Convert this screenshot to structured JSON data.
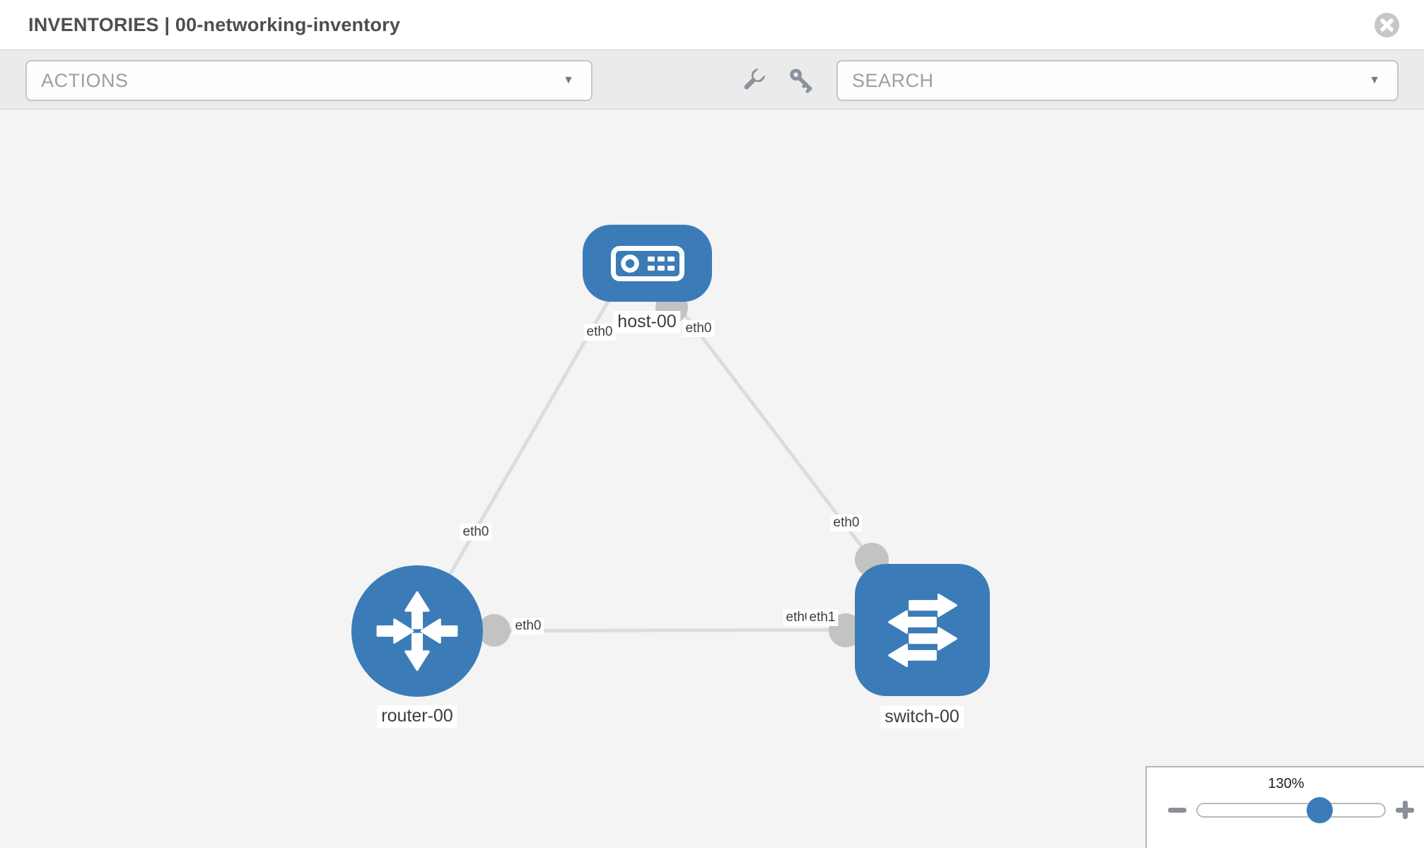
{
  "header": {
    "title": "INVENTORIES | 00-networking-inventory"
  },
  "toolbar": {
    "actions_label": "ACTIONS",
    "search_placeholder": "SEARCH",
    "icons": [
      "wrench-icon",
      "key-icon"
    ]
  },
  "diagram": {
    "nodes": [
      {
        "id": "host-00",
        "type": "host",
        "label": "host-00",
        "shape": "rounded-rectangle",
        "icon": "server-icon"
      },
      {
        "id": "router-00",
        "type": "router",
        "label": "router-00",
        "shape": "circle",
        "icon": "router-arrows-icon"
      },
      {
        "id": "switch-00",
        "type": "switch",
        "label": "switch-00",
        "shape": "rounded-square",
        "icon": "switch-arrows-icon"
      }
    ],
    "links": [
      {
        "from": "host-00",
        "from_interface": "eth0",
        "to": "router-00",
        "to_interface": "eth0"
      },
      {
        "from": "host-00",
        "from_interface": "eth0",
        "to": "switch-00",
        "to_interface": "eth0"
      },
      {
        "from": "router-00",
        "from_interface": "eth0",
        "to": "switch-00",
        "to_interface": "eth1"
      }
    ],
    "port_labels": [
      "eth0",
      "eth0",
      "eth0",
      "eth0",
      "eth0",
      "eth0",
      "eth1"
    ]
  },
  "zoom": {
    "level": "130%",
    "value": 130,
    "minus_icon": "minus",
    "plus_icon": "plus"
  },
  "colors": {
    "node_blue": "#3b7cb8",
    "link_gray": "#dcdcdc",
    "port_gray": "#c3c3c3",
    "toolbar_bg": "#ebebeb",
    "canvas_bg": "#f4f4f4",
    "title_text": "#4e4e4e"
  }
}
